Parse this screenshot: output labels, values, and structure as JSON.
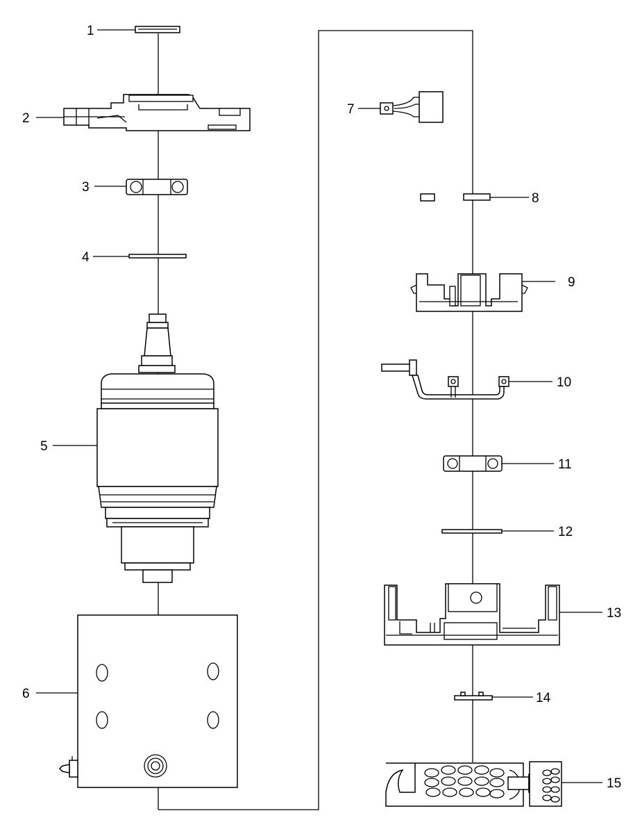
{
  "callouts": [
    {
      "id": "1"
    },
    {
      "id": "2"
    },
    {
      "id": "3"
    },
    {
      "id": "4"
    },
    {
      "id": "5"
    },
    {
      "id": "6"
    },
    {
      "id": "7"
    },
    {
      "id": "8"
    },
    {
      "id": "9"
    },
    {
      "id": "10"
    },
    {
      "id": "11"
    },
    {
      "id": "12"
    },
    {
      "id": "13"
    },
    {
      "id": "14"
    },
    {
      "id": "15"
    }
  ]
}
